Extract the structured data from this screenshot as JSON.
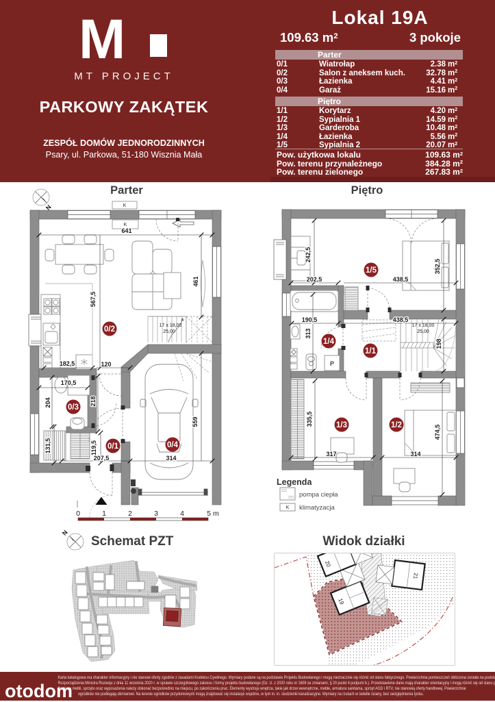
{
  "header": {
    "logo_letter": "M",
    "brand": "MT PROJECT",
    "project": "PARKOWY ZAKĄTEK",
    "subtitle": "ZESPÓŁ DOMÓW JEDNORODZINNYCH",
    "address": "Psary, ul. Parkowa, 51-180  Wisznia Mała",
    "unit": "Lokal 19A",
    "area_value": "109.63 m",
    "area_sup": "2",
    "rooms_count": "3 pokoje"
  },
  "table": {
    "unit_m": "m",
    "unit_sup": "2",
    "sections": [
      {
        "title": "Parter",
        "rows": [
          {
            "no": "0/1",
            "name": "Wiatrołap",
            "value": "2.38"
          },
          {
            "no": "0/2",
            "name": "Salon z aneksem kuch.",
            "value": "32.78"
          },
          {
            "no": "0/3",
            "name": "Łazienka",
            "value": "4.41"
          },
          {
            "no": "0/4",
            "name": "Garaż",
            "value": "15.16"
          }
        ]
      },
      {
        "title": "Piętro",
        "rows": [
          {
            "no": "1/1",
            "name": "Korytarz",
            "value": "4.20"
          },
          {
            "no": "1/2",
            "name": "Sypialnia 1",
            "value": "14.59"
          },
          {
            "no": "1/3",
            "name": "Garderoba",
            "value": "10.48"
          },
          {
            "no": "1/4",
            "name": "Łazienka",
            "value": "5.56"
          },
          {
            "no": "1/5",
            "name": "Sypialnia 2",
            "value": "20.07"
          }
        ]
      }
    ],
    "summary": [
      {
        "label": "Pow. użytkowa lokalu",
        "value": "109.63 m"
      },
      {
        "label": "Pow. terenu przynależnego",
        "value": "384.28 m"
      },
      {
        "label": "Pow. terenu zielonego",
        "value": "267.83 m"
      }
    ]
  },
  "parter_plan": {
    "title": "Parter",
    "north": "N",
    "rooms": {
      "r01": "0/1",
      "r02": "0/2",
      "r03": "0/3",
      "r04": "0/4"
    },
    "dims": {
      "d641": "641",
      "d5675": "567,5",
      "d461": "461",
      "d1825": "182,5",
      "d120": "120",
      "d1705": "170,5",
      "d204": "204",
      "d218": "218",
      "d1315": "131,5",
      "d1195": "119,5",
      "d2075": "207,5",
      "d314": "314",
      "d559": "559"
    },
    "stairs_line1": "17 x 18,00",
    "stairs_line2": "25,00",
    "k_label": "K",
    "scale": {
      "s0": "0",
      "s1": "1",
      "s2": "2",
      "s3": "3",
      "s4": "4",
      "s5": "5 m"
    }
  },
  "pietro_plan": {
    "title": "Piętro",
    "rooms": {
      "r11": "1/1",
      "r12": "1/2",
      "r13": "1/3",
      "r14": "1/4",
      "r15": "1/5"
    },
    "dims": {
      "d2425": "242,5",
      "d2025": "202,5",
      "d4385a": "438,5",
      "d3525": "352,5",
      "d1905": "190,5",
      "d313": "313",
      "d4385b": "438,5",
      "d198": "198",
      "d3355": "335,5",
      "d317": "317",
      "d4745": "474,5",
      "d314": "314"
    },
    "stairs_line1": "17 x 18,00",
    "stairs_line2": "25,00",
    "p_label": "P"
  },
  "legend": {
    "title": "Legenda",
    "heat_pump_label": "pompa ciepła",
    "ac_label": "klimatyzacja",
    "ac_icon": "K"
  },
  "site_plan": {
    "title": "Schemat PZT",
    "north": "N"
  },
  "plot_view": {
    "title": "Widok działki",
    "houses": {
      "h19": "19",
      "h20": "20",
      "h21": "21"
    }
  },
  "footer": {
    "brand": "otodom",
    "lines": [
      "Karta katalogowa ma charakter informacyjny i nie stanowi oferty zgodnie z zasadami Kodeksu Cywilnego. Wymiary podane są na podstawie Projektu Budowlanego i mogą nieznacznie się różnić od stanu faktycznego. Powierzchnia pomieszczeń obliczona została na podstawie",
      "Rozporządzenia Ministra Rozwoju z dnia 11 września 2020 r. w sprawie szczegółowego zakresu i formy projektu budowlanego (Dz. U. z 2020 roku nr 1609 ze zmianami, § 20 punkt 4 podpunt b.). Przedstawione dane mają charakter orientacyjny i mogą różnić się od stanu po realizacji.",
      "Pomiaru mebli, sprzętu oraz wyposażenia należy dokonać bezpośrednio na miejscu, po zakończeniu prac. Elementy wystroju wnętrza, takie jak drzwi wewnętrzne, meble, armatura sanitarna, sprzęt AGD i RTV, nie stanowią oferty handlowej. Powierzchnie",
      "ogródków nie podlegają obmiarowi. Na terenie ogródków przydomowych mogą znajdować się instalacje wspólne, w tym m. in. studzienki kanalizacyjne. Wymiary na rzutach w świetle ściany, bez uwzględnienia tynku."
    ]
  }
}
